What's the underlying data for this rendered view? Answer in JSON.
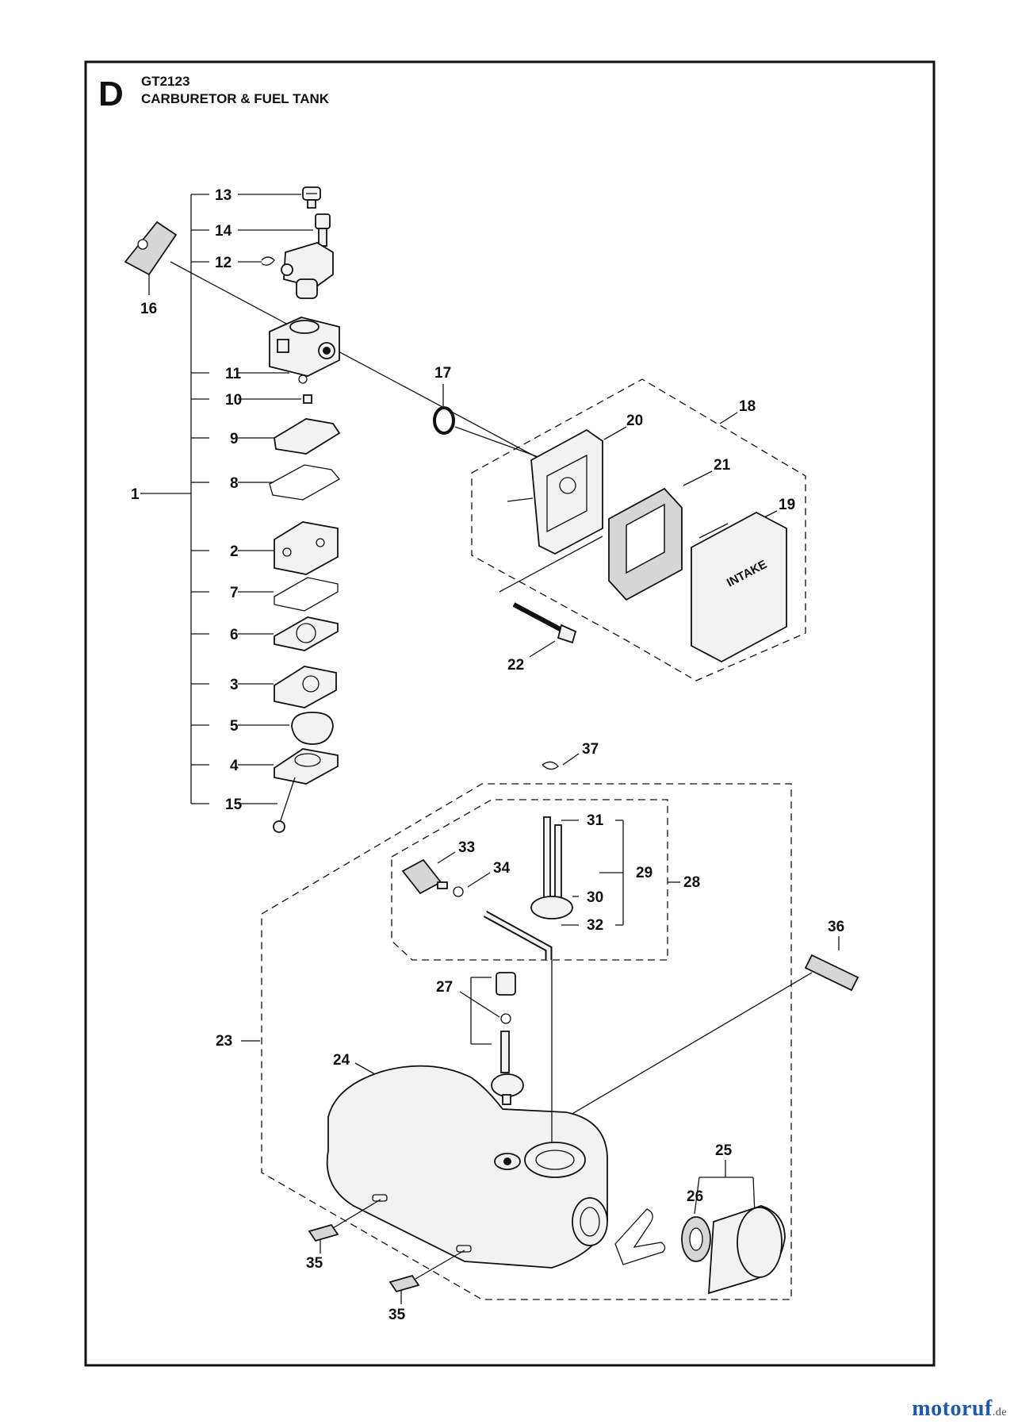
{
  "header": {
    "section_letter": "D",
    "model": "GT2123",
    "title": "CARBURETOR & FUEL TANK"
  },
  "callouts": {
    "c1": "1",
    "c2": "2",
    "c3": "3",
    "c4": "4",
    "c5": "5",
    "c6": "6",
    "c7": "7",
    "c8": "8",
    "c9": "9",
    "c10": "10",
    "c11": "11",
    "c12": "12",
    "c13": "13",
    "c14": "14",
    "c15": "15",
    "c16": "16",
    "c17": "17",
    "c18": "18",
    "c19": "19",
    "c20": "20",
    "c21": "21",
    "c22": "22",
    "c23": "23",
    "c24": "24",
    "c25": "25",
    "c26": "26",
    "c27": "27",
    "c28": "28",
    "c29": "29",
    "c30": "30",
    "c31": "31",
    "c32": "32",
    "c33": "33",
    "c34": "34",
    "c35a": "35",
    "c35b": "35",
    "c36": "36",
    "c37": "37"
  },
  "part_text": {
    "intake": "INTAKE"
  },
  "watermark": {
    "brand": "motoruf",
    "tld": ".de"
  }
}
